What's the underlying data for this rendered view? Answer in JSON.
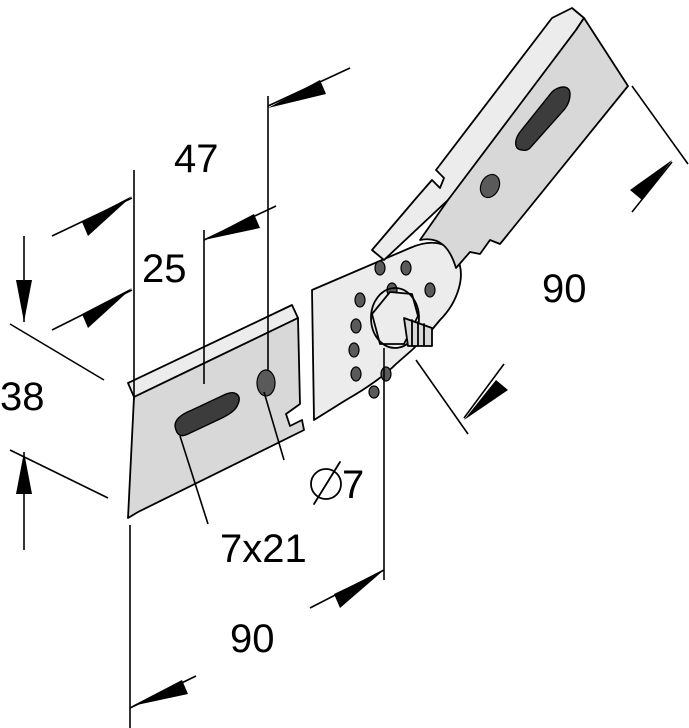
{
  "dimensions": {
    "width_top": "47",
    "width_inner": "25",
    "height": "38",
    "slot": "7x21",
    "hole_diameter": "7",
    "length_bottom": "90",
    "length_right": "90"
  },
  "colors": {
    "line": "#000000",
    "metal": "#d8d8d8",
    "background": "#ffffff"
  }
}
